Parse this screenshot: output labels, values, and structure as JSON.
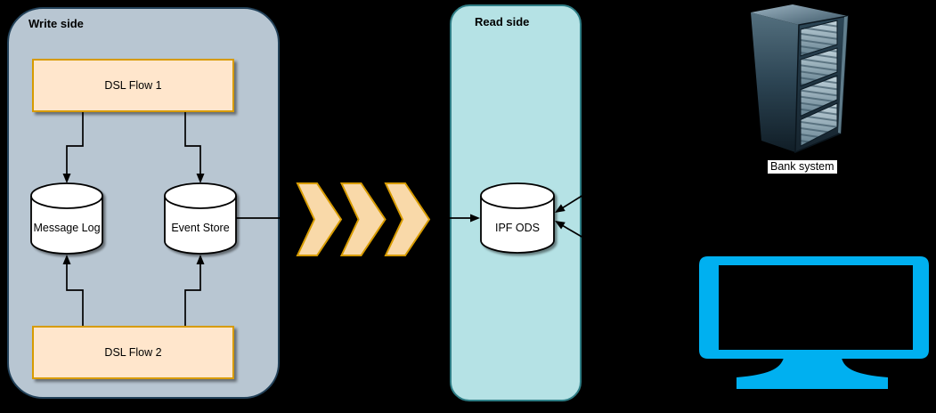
{
  "diagram": {
    "write_side": {
      "title": "Write side",
      "nodes": {
        "dsl_flow_1": "DSL Flow 1",
        "message_log": "Message Log",
        "event_store": "Event Store",
        "dsl_flow_2": "DSL Flow 2"
      }
    },
    "read_side": {
      "title": "Read side",
      "nodes": {
        "ipf_ods": "IPF ODS"
      }
    },
    "external": {
      "bank_system": "Bank system"
    },
    "edges": [
      {
        "from": "dsl_flow_1",
        "to": "message_log"
      },
      {
        "from": "dsl_flow_1",
        "to": "event_store"
      },
      {
        "from": "dsl_flow_2",
        "to": "message_log"
      },
      {
        "from": "dsl_flow_2",
        "to": "event_store"
      },
      {
        "from": "event_store",
        "to": "ipf_ods"
      },
      {
        "from": "bank_system",
        "to": "ipf_ods"
      },
      {
        "from": "monitor",
        "to": "ipf_ods"
      }
    ],
    "icons": {
      "flow": "triple-chevron-right-icon",
      "bank_system": "server-rack-icon",
      "consumer": "monitor-icon",
      "stores": "database-cylinder-icon"
    },
    "colors": {
      "background": "#000000",
      "write_container_fill": "#b8c6d2",
      "write_container_border": "#23425a",
      "read_container_fill": "#b5e2e5",
      "read_container_border": "#2e7d85",
      "process_fill": "#ffe6cc",
      "process_border": "#d79b00",
      "chevron_fill": "#f9d9a9",
      "chevron_border": "#d79b00",
      "cylinder_fill": "#ffffff",
      "cylinder_stroke": "#000000",
      "connector": "#000000",
      "monitor_accent": "#00b0f0"
    }
  }
}
